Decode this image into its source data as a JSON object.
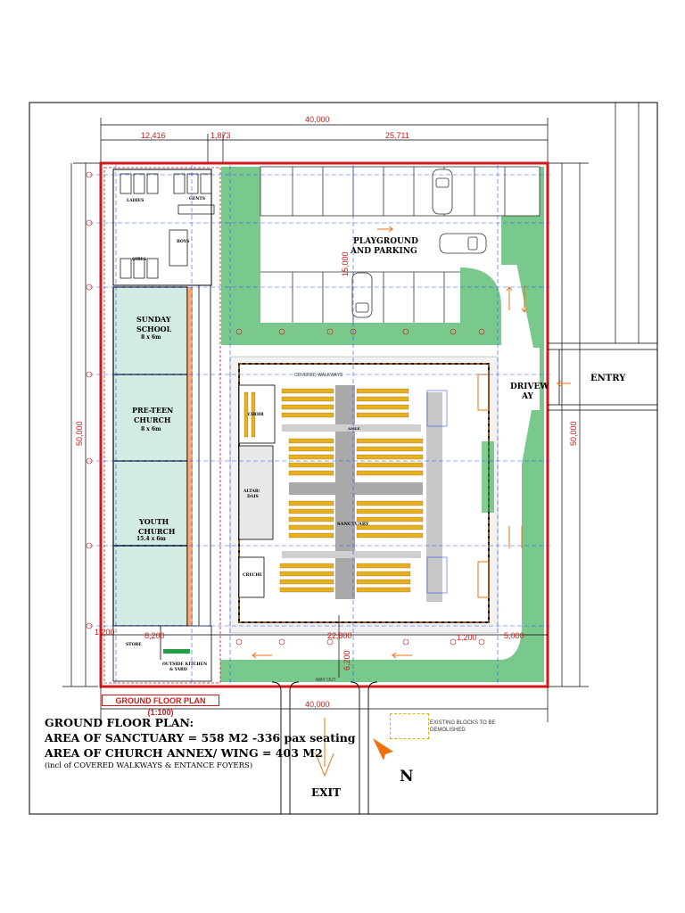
{
  "dimensions": {
    "overall_width_top": "40,000",
    "seg_left": "12,416",
    "seg_mid": "1,873",
    "seg_right": "25,711",
    "overall_depth_left": "50,000",
    "overall_depth_right": "50,000",
    "bottom_width": "40,000",
    "bottom_a": "1,200",
    "bottom_b": "8,200",
    "bottom_c": "22,800",
    "bottom_d": "1,200",
    "bottom_e": "5,000",
    "vertical_mid": "6,200",
    "north_dim": "15,000"
  },
  "labels": {
    "playground": "PLAYGROUND",
    "and_parking": "AND PARKING",
    "entry": "ENTRY",
    "driveway_1": "DRIVEW",
    "driveway_2": "AY",
    "sunday_school_1": "SUNDAY",
    "sunday_school_2": "SCHOOL",
    "sunday_school_size": "8 x 6m",
    "preteen_1": "PRE-TEEN",
    "preteen_2": "CHURCH",
    "preteen_size": "8 x 6m",
    "youth_1": "YOUTH",
    "youth_2": "CHURCH",
    "youth_size": "15.4 x 6m",
    "ladies": "LADIES",
    "gents": "GENTS",
    "girls": "GIRLS",
    "boys": "BOYS",
    "altar": "ALTAR/",
    "dais": "DAIS",
    "choir": "CHOIR",
    "creche": "CRECHE",
    "aisle": "AISLE",
    "sanctuary": "SANCTUARY",
    "covered_walkways": "COVERED WALKWAYS",
    "store": "STORE",
    "outside_kitchen": "OUTSIDE KITCHEN",
    "and_yard": "& YARD",
    "way_out": "WAY OUT",
    "exit": "EXIT",
    "north": "N"
  },
  "title_bar": "GROUND FLOOR PLAN (1:100)",
  "notes": {
    "line1": "GROUND FLOOR PLAN:",
    "line2": "AREA OF SANCTUARY = 558 M2 -336 pax seating",
    "line3": "AREA OF CHURCH ANNEX/ WING = 403 M2",
    "line4": "(incl of COVERED WALKWAYS & ENTANCE FOYERS)"
  },
  "legend": {
    "existing_blocks": "EXISTING BLOCKS TO BE DEMOLISHED"
  },
  "colors": {
    "boundary": "#d01818",
    "lawn": "#79c98d",
    "annex": "#d3ece3",
    "grid": "#3355ee",
    "seat": "#e6b020",
    "aisle": "#a9a9a9",
    "north_arrow": "#f07010"
  }
}
